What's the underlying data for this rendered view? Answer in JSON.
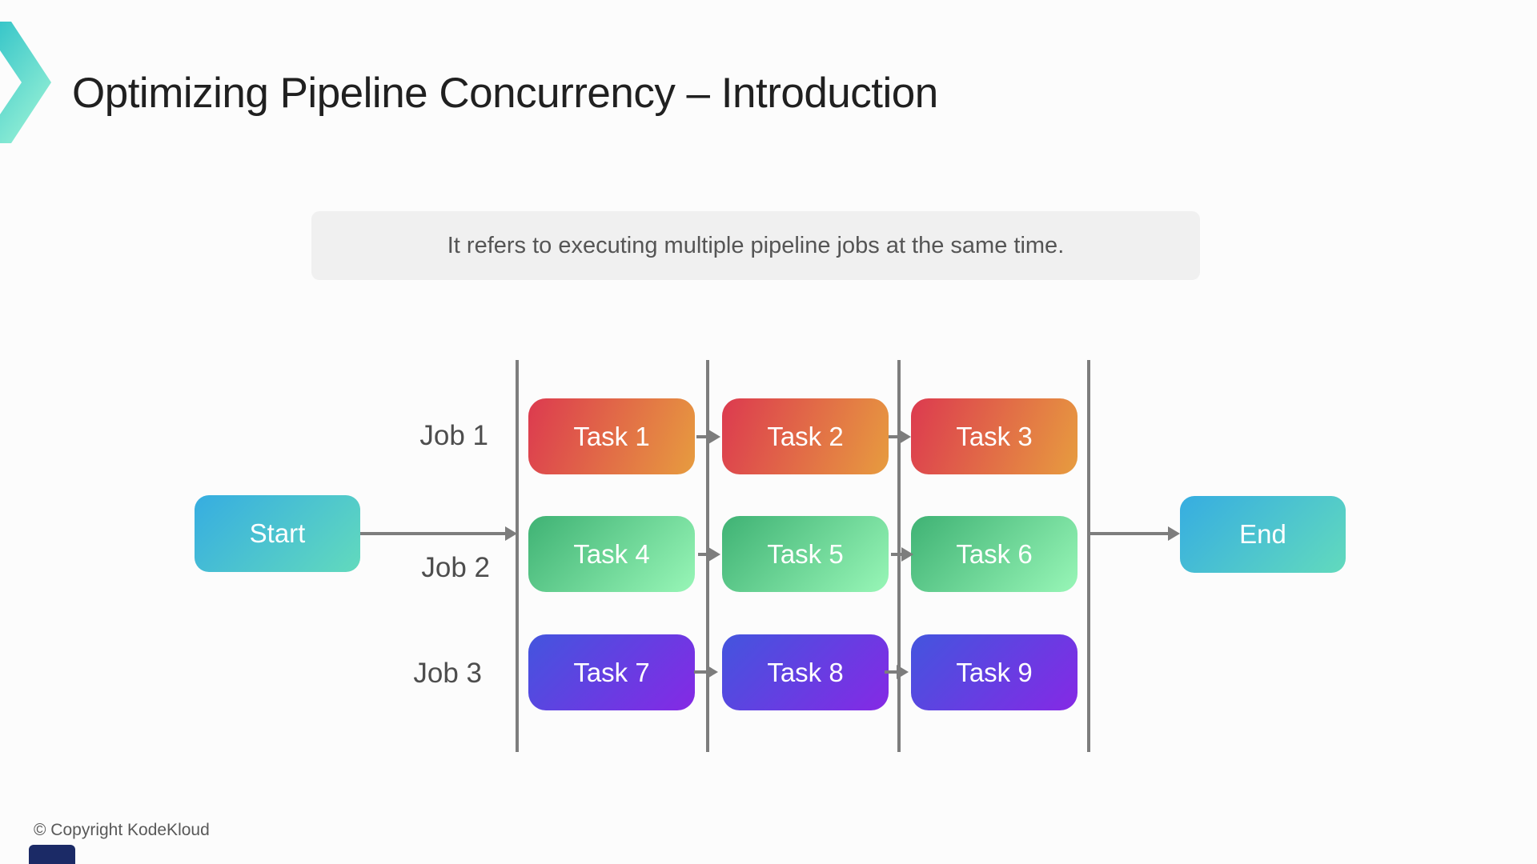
{
  "slide": {
    "title": "Optimizing Pipeline Concurrency – Introduction",
    "definition": "It refers to executing multiple pipeline jobs at the same time.",
    "copyright": "© Copyright KodeKloud"
  },
  "diagram": {
    "start_label": "Start",
    "end_label": "End",
    "jobs": [
      {
        "label": "Job 1",
        "tasks": [
          "Task 1",
          "Task 2",
          "Task 3"
        ]
      },
      {
        "label": "Job 2",
        "tasks": [
          "Task 4",
          "Task 5",
          "Task 6"
        ]
      },
      {
        "label": "Job 3",
        "tasks": [
          "Task 7",
          "Task 8",
          "Task 9"
        ]
      }
    ]
  },
  "colors": {
    "job1_gradient": [
      "#dc3a4f",
      "#e79c3f"
    ],
    "job2_gradient": [
      "#3fb274",
      "#98f6b7"
    ],
    "job3_gradient": [
      "#4355de",
      "#8529e5"
    ],
    "terminal_gradient": [
      "#36ade1",
      "#62dabd"
    ],
    "connector_gray": "#7d7d7d",
    "logo_gradient": [
      "#38c6c9",
      "#93efd5"
    ],
    "info_box_bg": "#f0f0f0",
    "corner_accent": "#1b2a66"
  }
}
